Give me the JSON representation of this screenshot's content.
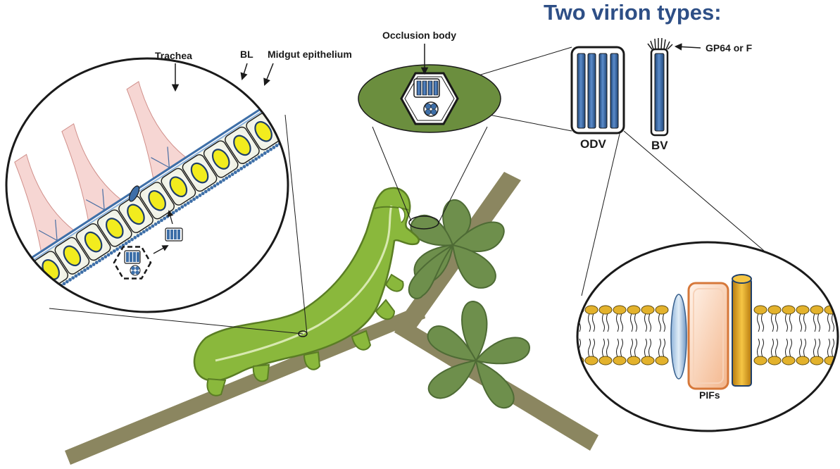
{
  "title": "Two virion types:",
  "labels": {
    "trachea": "Trachea",
    "bl": "BL",
    "midgut": "Midgut epithelium",
    "occlusion_body": "Occlusion body",
    "gp64": "GP64 or F",
    "odv": "ODV",
    "bv": "BV",
    "pifs": "PIFs"
  },
  "colors": {
    "title": "#2e4f86",
    "branch": "#8b8660",
    "leaf": "#6e8f4c",
    "caterpillar": "#8ab83c",
    "nucleus": "#f2ec1e",
    "virion": "#3e6fa8",
    "trachea": "#f6d6d3",
    "lipid_head": "#e3b22c",
    "pif_orange": "#f0b890",
    "pif_gold": "#e0a020",
    "ellipse_fill": "#6b8e3e"
  }
}
